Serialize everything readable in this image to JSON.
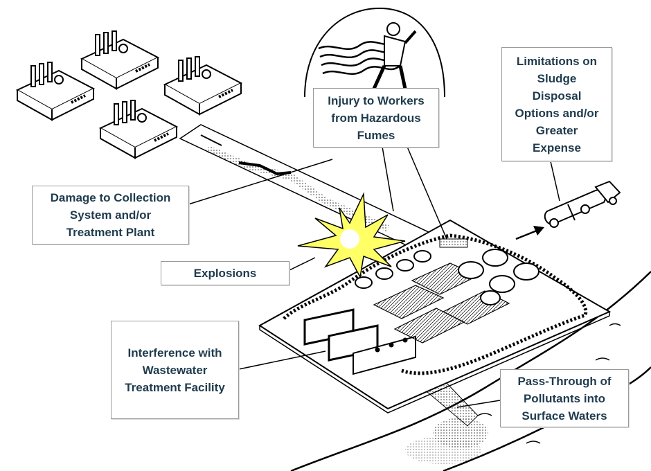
{
  "colors": {
    "label_text": "#1f3b4d",
    "callout_border": "#9a9a9a",
    "line": "#000000",
    "explosion_fill": "#ffff66"
  },
  "callouts": {
    "injury": {
      "lines": [
        "Injury to Workers",
        "from Hazardous",
        "Fumes"
      ]
    },
    "limitations": {
      "lines": [
        "Limitations on",
        "Sludge",
        "Disposal",
        "Options and/or",
        "Greater",
        "Expense"
      ]
    },
    "damage": {
      "lines": [
        "Damage to  Collection",
        "System and/or",
        "Treatment Plant"
      ]
    },
    "explosions": {
      "lines": [
        "Explosions"
      ]
    },
    "interference": {
      "lines": [
        "Interference with",
        "Wastewater",
        "Treatment Facility"
      ]
    },
    "pass_through": {
      "lines": [
        "Pass-Through of",
        "Pollutants into",
        "Surface Waters"
      ]
    }
  },
  "icons": {
    "factories": "factory-icon",
    "worker": "worker-icon",
    "truck": "tanker-truck-icon",
    "explosion": "explosion-icon",
    "plant": "treatment-plant-icon",
    "river": "river-icon"
  }
}
